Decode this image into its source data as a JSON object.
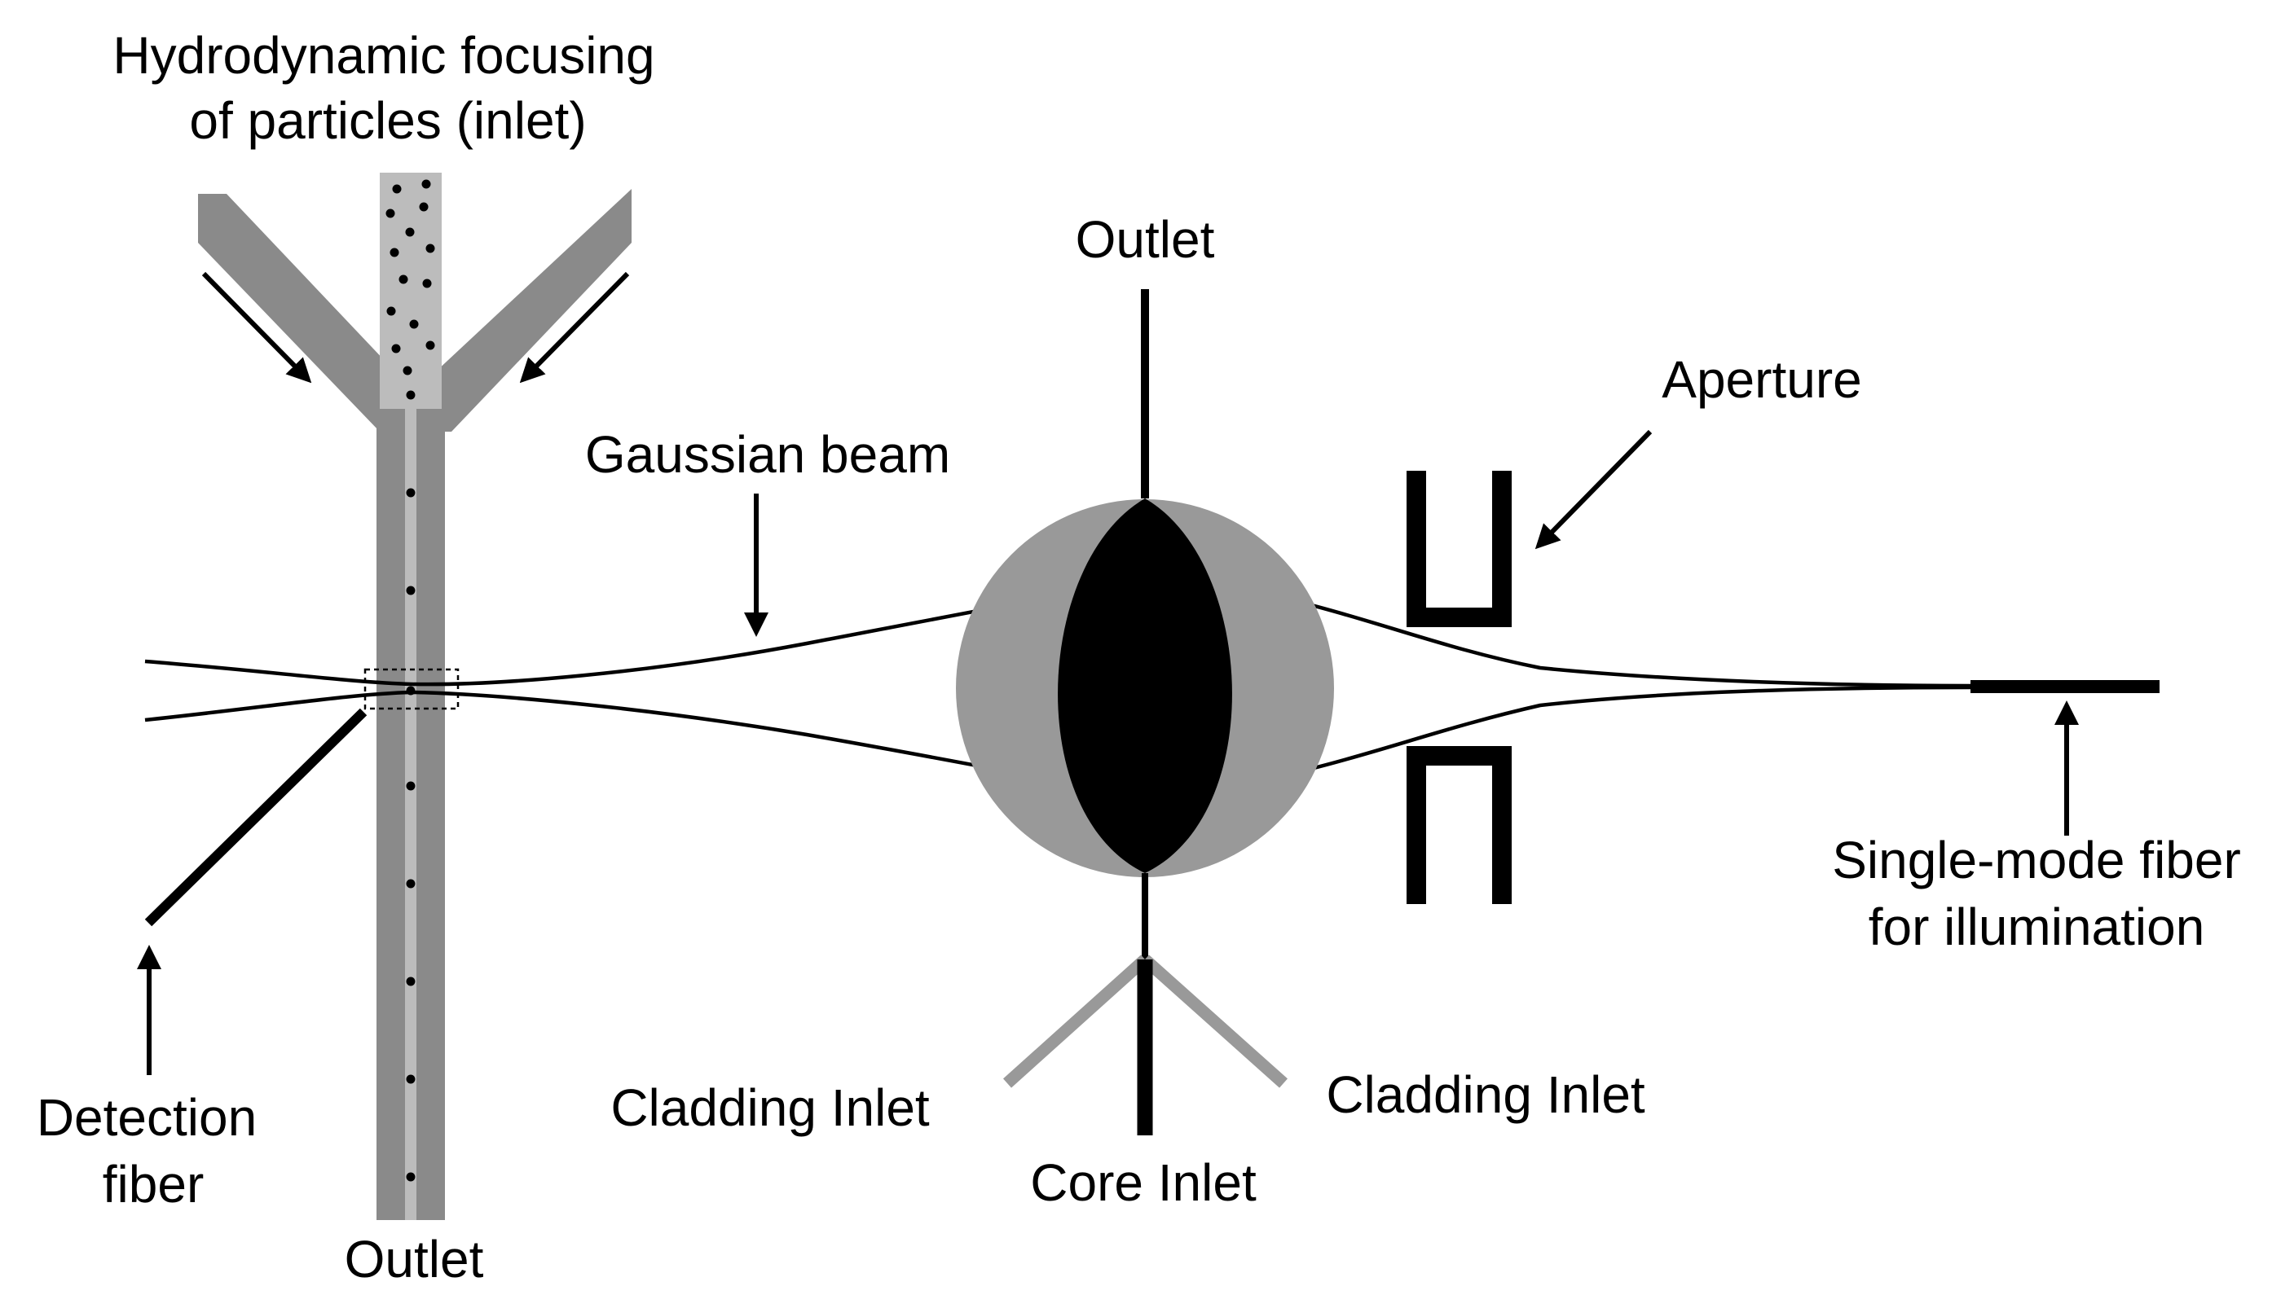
{
  "labels": {
    "hydro_focus_line1": "Hydrodynamic focusing",
    "hydro_focus_line2": "of particles (inlet)",
    "outlet_left": "Outlet",
    "detection_fiber_line1": "Detection",
    "detection_fiber_line2": "fiber",
    "gaussian_beam": "Gaussian beam",
    "outlet_top": "Outlet",
    "aperture": "Aperture",
    "cladding_inlet_left": "Cladding Inlet",
    "cladding_inlet_right": "Cladding Inlet",
    "core_inlet": "Core Inlet",
    "single_mode_line1": "Single-mode fiber",
    "single_mode_line2": "for illumination"
  },
  "colors": {
    "background": "#ffffff",
    "channel_dark": "#8a8a8a",
    "channel_light": "#bcbcbc",
    "lens_cladding": "#999999",
    "lens_core": "#000000",
    "line": "#000000"
  }
}
